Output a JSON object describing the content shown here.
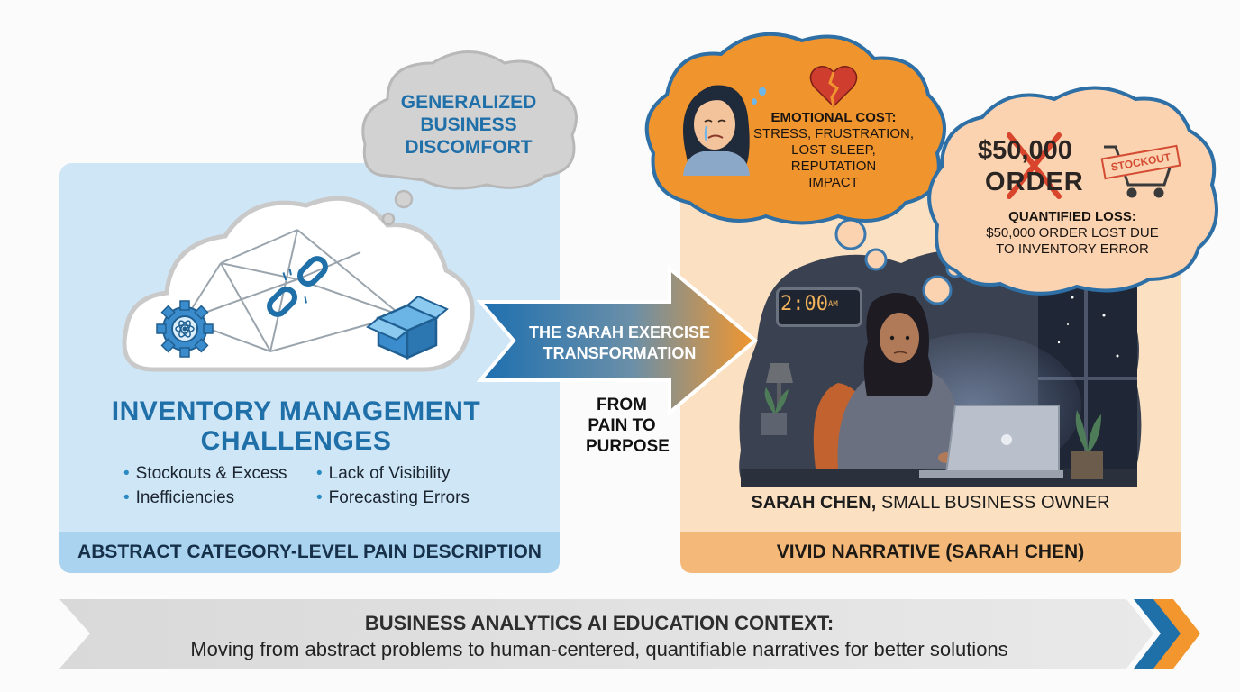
{
  "generalized_bubble": {
    "lines": [
      "GENERALIZED",
      "BUSINESS",
      "DISCOMFORT"
    ]
  },
  "left_panel": {
    "title_line1": "INVENTORY MANAGEMENT",
    "title_line2": "CHALLENGES",
    "bullets": [
      "Stockouts & Excess",
      "Lack of Visibility",
      "Inefficiencies",
      "Forecasting Errors"
    ],
    "footer": "ABSTRACT CATEGORY-LEVEL PAIN DESCRIPTION"
  },
  "arrow": {
    "title_line1": "THE SARAH EXERCISE",
    "title_line2": "TRANSFORMATION",
    "subtitle_lines": [
      "FROM",
      "PAIN TO",
      "PURPOSE"
    ]
  },
  "emotional_bubble": {
    "heading": "EMOTIONAL COST:",
    "lines": [
      "STRESS, FRUSTRATION,",
      "LOST SLEEP,",
      "REPUTATION",
      "IMPACT"
    ]
  },
  "loss_bubble": {
    "amount": "$50,000",
    "order_word": "ORDER",
    "stamp": "STOCKOUT",
    "heading": "QUANTIFIED LOSS:",
    "lines": [
      "$50,000 ORDER LOST DUE",
      "TO INVENTORY ERROR"
    ]
  },
  "scene": {
    "clock_time": "2:00",
    "clock_ampm": "AM"
  },
  "right_panel": {
    "caption_name": "SARAH CHEN,",
    "caption_role": " SMALL BUSINESS OWNER",
    "footer": "VIVID NARRATIVE (SARAH CHEN)"
  },
  "banner": {
    "title": "BUSINESS ANALYTICS AI EDUCATION CONTEXT:",
    "subtitle": "Moving from abstract problems to human-centered, quantifiable narratives for better solutions"
  },
  "colors": {
    "blue_accent": "#1f6fa9",
    "orange_accent": "#f0942e",
    "left_panel_bg": "#cfe6f6",
    "right_panel_bg": "#fbe1c1"
  }
}
